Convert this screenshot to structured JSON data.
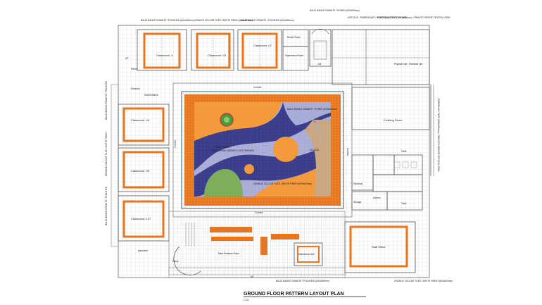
{
  "plan_title": "GROUND FLOOR PATTERN LAYOUT PLAN",
  "plan_scale": "1:100",
  "rooms": {
    "classroom_1": "Classroom -4",
    "classroom_2": "Classroom -03",
    "classroom_3": "Classroom -07",
    "classroom_4": "Classroom -04",
    "classroom_5": "Classroom -05",
    "classroom_6": "Classroom-4.07",
    "server_room": "Server Room",
    "supervision_room": "Supervision Room",
    "physical_lab": "Physical Lab / Chemical Lab",
    "cooking_room": "Cooking Room",
    "staff_office": "Staff Office",
    "toilet_1": "Toilet",
    "toilet_2": "Toilet",
    "kitchen": "Kitchen",
    "storage": "Storage",
    "electrical": "Electrical",
    "attendance": "Attendance Hall",
    "stage": "STAGE",
    "main_atrium": "MAIN ATRIUM",
    "corridor_top": "Corridor",
    "corridor_bottom": "Corridor",
    "corridor_left": "Corridor",
    "corridor_right": "Corridor",
    "entrance": "Entrance",
    "ramp_top": "Ramp",
    "ramp_bottom": "Ramp",
    "main_entrance": "Main Entrance Plaza",
    "pavement": "pavement",
    "lift": "Lift",
    "up_1": "UP",
    "up_2": "UP",
    "subventrance": "Subventrance"
  },
  "notes": {
    "top_1": "BALDI BANKO GRANITE / POLISHED (600x600mm)",
    "top_2": "ORANGE COLOUR TILES / MATTE FINISH (600x600mm)",
    "top_3": "BALDI BANKO GRANITE / POLISHED (600x600mm)",
    "top_4": "BALDI BANKO GRANITE / HONED (600x600mm)",
    "top_5": "ANTI SLIP - RUBBER MAT / MOULDED (GREY COLOUR)",
    "top_6": "PORCELAIN TILES (600x600mm) / GRANITO GREIGE CRYSTAL GRAY",
    "atrium_1": "MAIN ATRIUM / (BRIGHT LIGHT BROWN)",
    "atrium_2": "BALDI BANKO GRANITE / HONED (600x600mm)",
    "atrium_3": "ORANGE COLOUR TILES / MATTE FINISH (600x600mm)",
    "left_1": "BALDI BANKO GRANITE / POLISHED",
    "left_2": "ORANGE COLOUR TILES / MATTE FINISH",
    "left_3": "BALDI BANKO GRANITE / POLISHED",
    "right_1": "PORCELAIN TILES (600x600mm) / GRANITO GREIGE CRYSTAL GRAY",
    "bottom_1": "BALDI BANKO GRANITE / POLISHED (600x600mm)",
    "bottom_2": "ORANGE COLOUR TILES / MATTE FINISH (600x600mm)"
  },
  "colors": {
    "orange": "#e8761f",
    "orange_light": "#f39a3c",
    "lavender": "#a9acd6",
    "navy": "#3a3d8c",
    "green": "#7fae5a",
    "sand": "#c9a783",
    "line": "#555555"
  }
}
